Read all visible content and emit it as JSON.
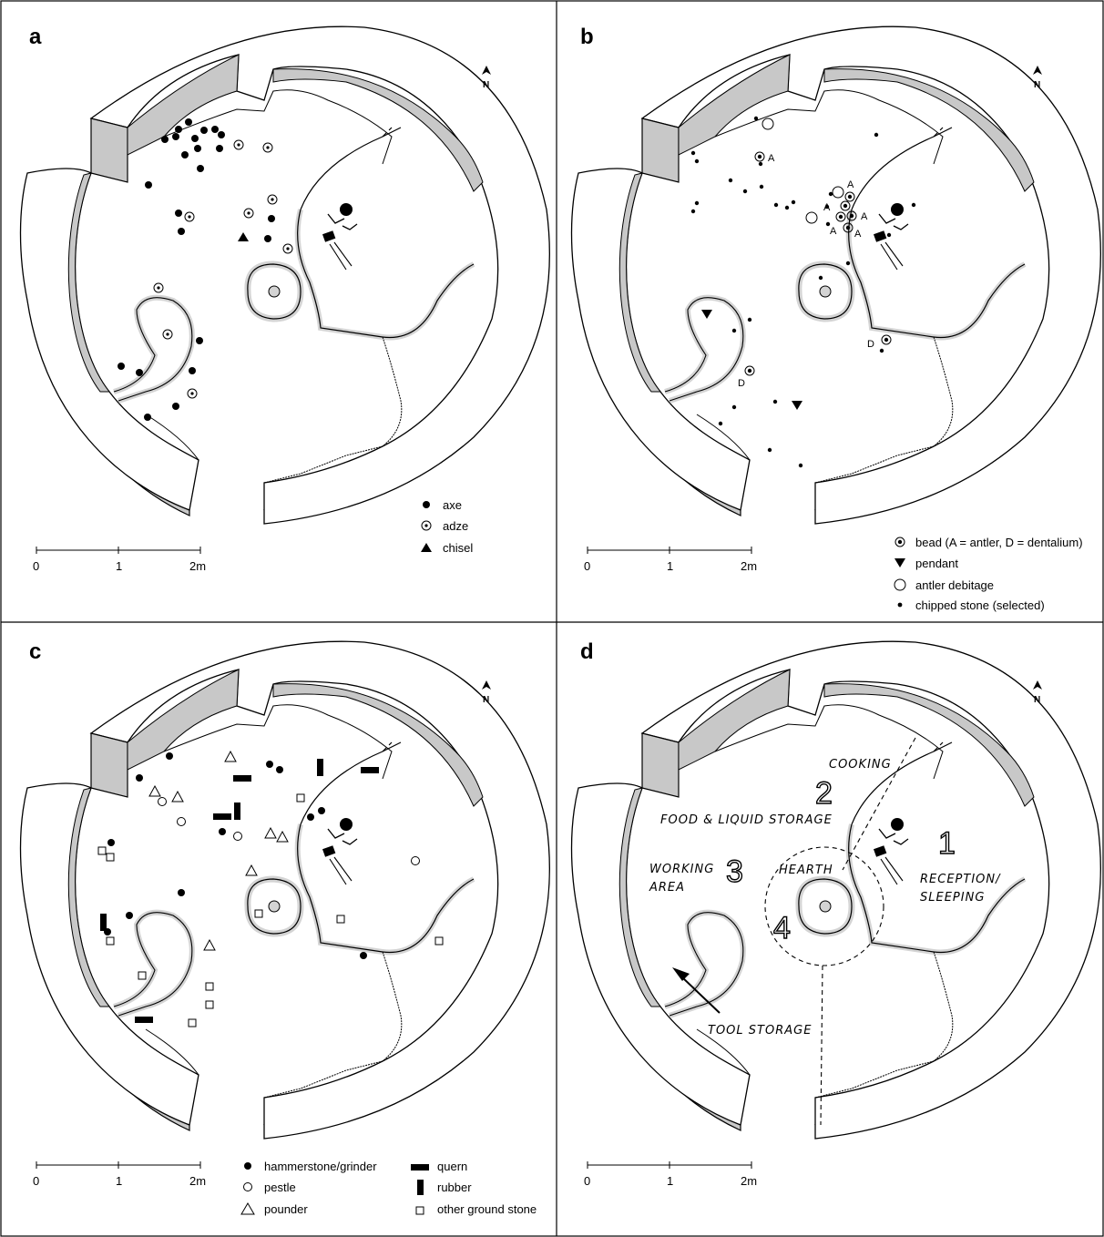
{
  "panels": {
    "a": {
      "letter": "a",
      "legend": [
        {
          "symbol": "filled-circle",
          "label": "axe"
        },
        {
          "symbol": "dotted-circle",
          "label": "adze"
        },
        {
          "symbol": "filled-triangle",
          "label": "chisel"
        }
      ]
    },
    "b": {
      "letter": "b",
      "legend": [
        {
          "symbol": "dotted-circle",
          "label": "bead (A = antler, D = dentalium)"
        },
        {
          "symbol": "filled-triangle-down",
          "label": "pendant"
        },
        {
          "symbol": "open-circle",
          "label": "antler debitage"
        },
        {
          "symbol": "small-dot",
          "label": "chipped stone (selected)"
        }
      ],
      "bead_letter_antler": "A",
      "bead_letter_dentalium": "D"
    },
    "c": {
      "letter": "c",
      "legend": [
        {
          "symbol": "filled-circle",
          "label": "hammerstone/grinder"
        },
        {
          "symbol": "open-circle",
          "label": "pestle"
        },
        {
          "symbol": "open-triangle",
          "label": "pounder"
        },
        {
          "symbol": "horizontal-bar",
          "label": "quern"
        },
        {
          "symbol": "vertical-bar",
          "label": "rubber"
        },
        {
          "symbol": "open-square",
          "label": "other ground stone"
        }
      ]
    },
    "d": {
      "letter": "d",
      "zones": {
        "cooking": "COOKING",
        "food_storage": "FOOD & LIQUID STORAGE",
        "working_area_1": "WORKING",
        "working_area_2": "AREA",
        "hearth": "HEARTH",
        "reception_1": "RECEPTION/",
        "reception_2": "SLEEPING",
        "tool_storage": "TOOL STORAGE",
        "num_1": "1",
        "num_2": "2",
        "num_3": "3",
        "num_4": "4"
      }
    }
  },
  "north_label": "N",
  "scale_ticks": [
    "0",
    "1",
    "2m"
  ],
  "colors": {
    "wall_fill": "#ffffff",
    "wall_shadow": "#c8c8c8",
    "floor_edge_gray": "#d4d4d4",
    "ink": "#000000"
  }
}
